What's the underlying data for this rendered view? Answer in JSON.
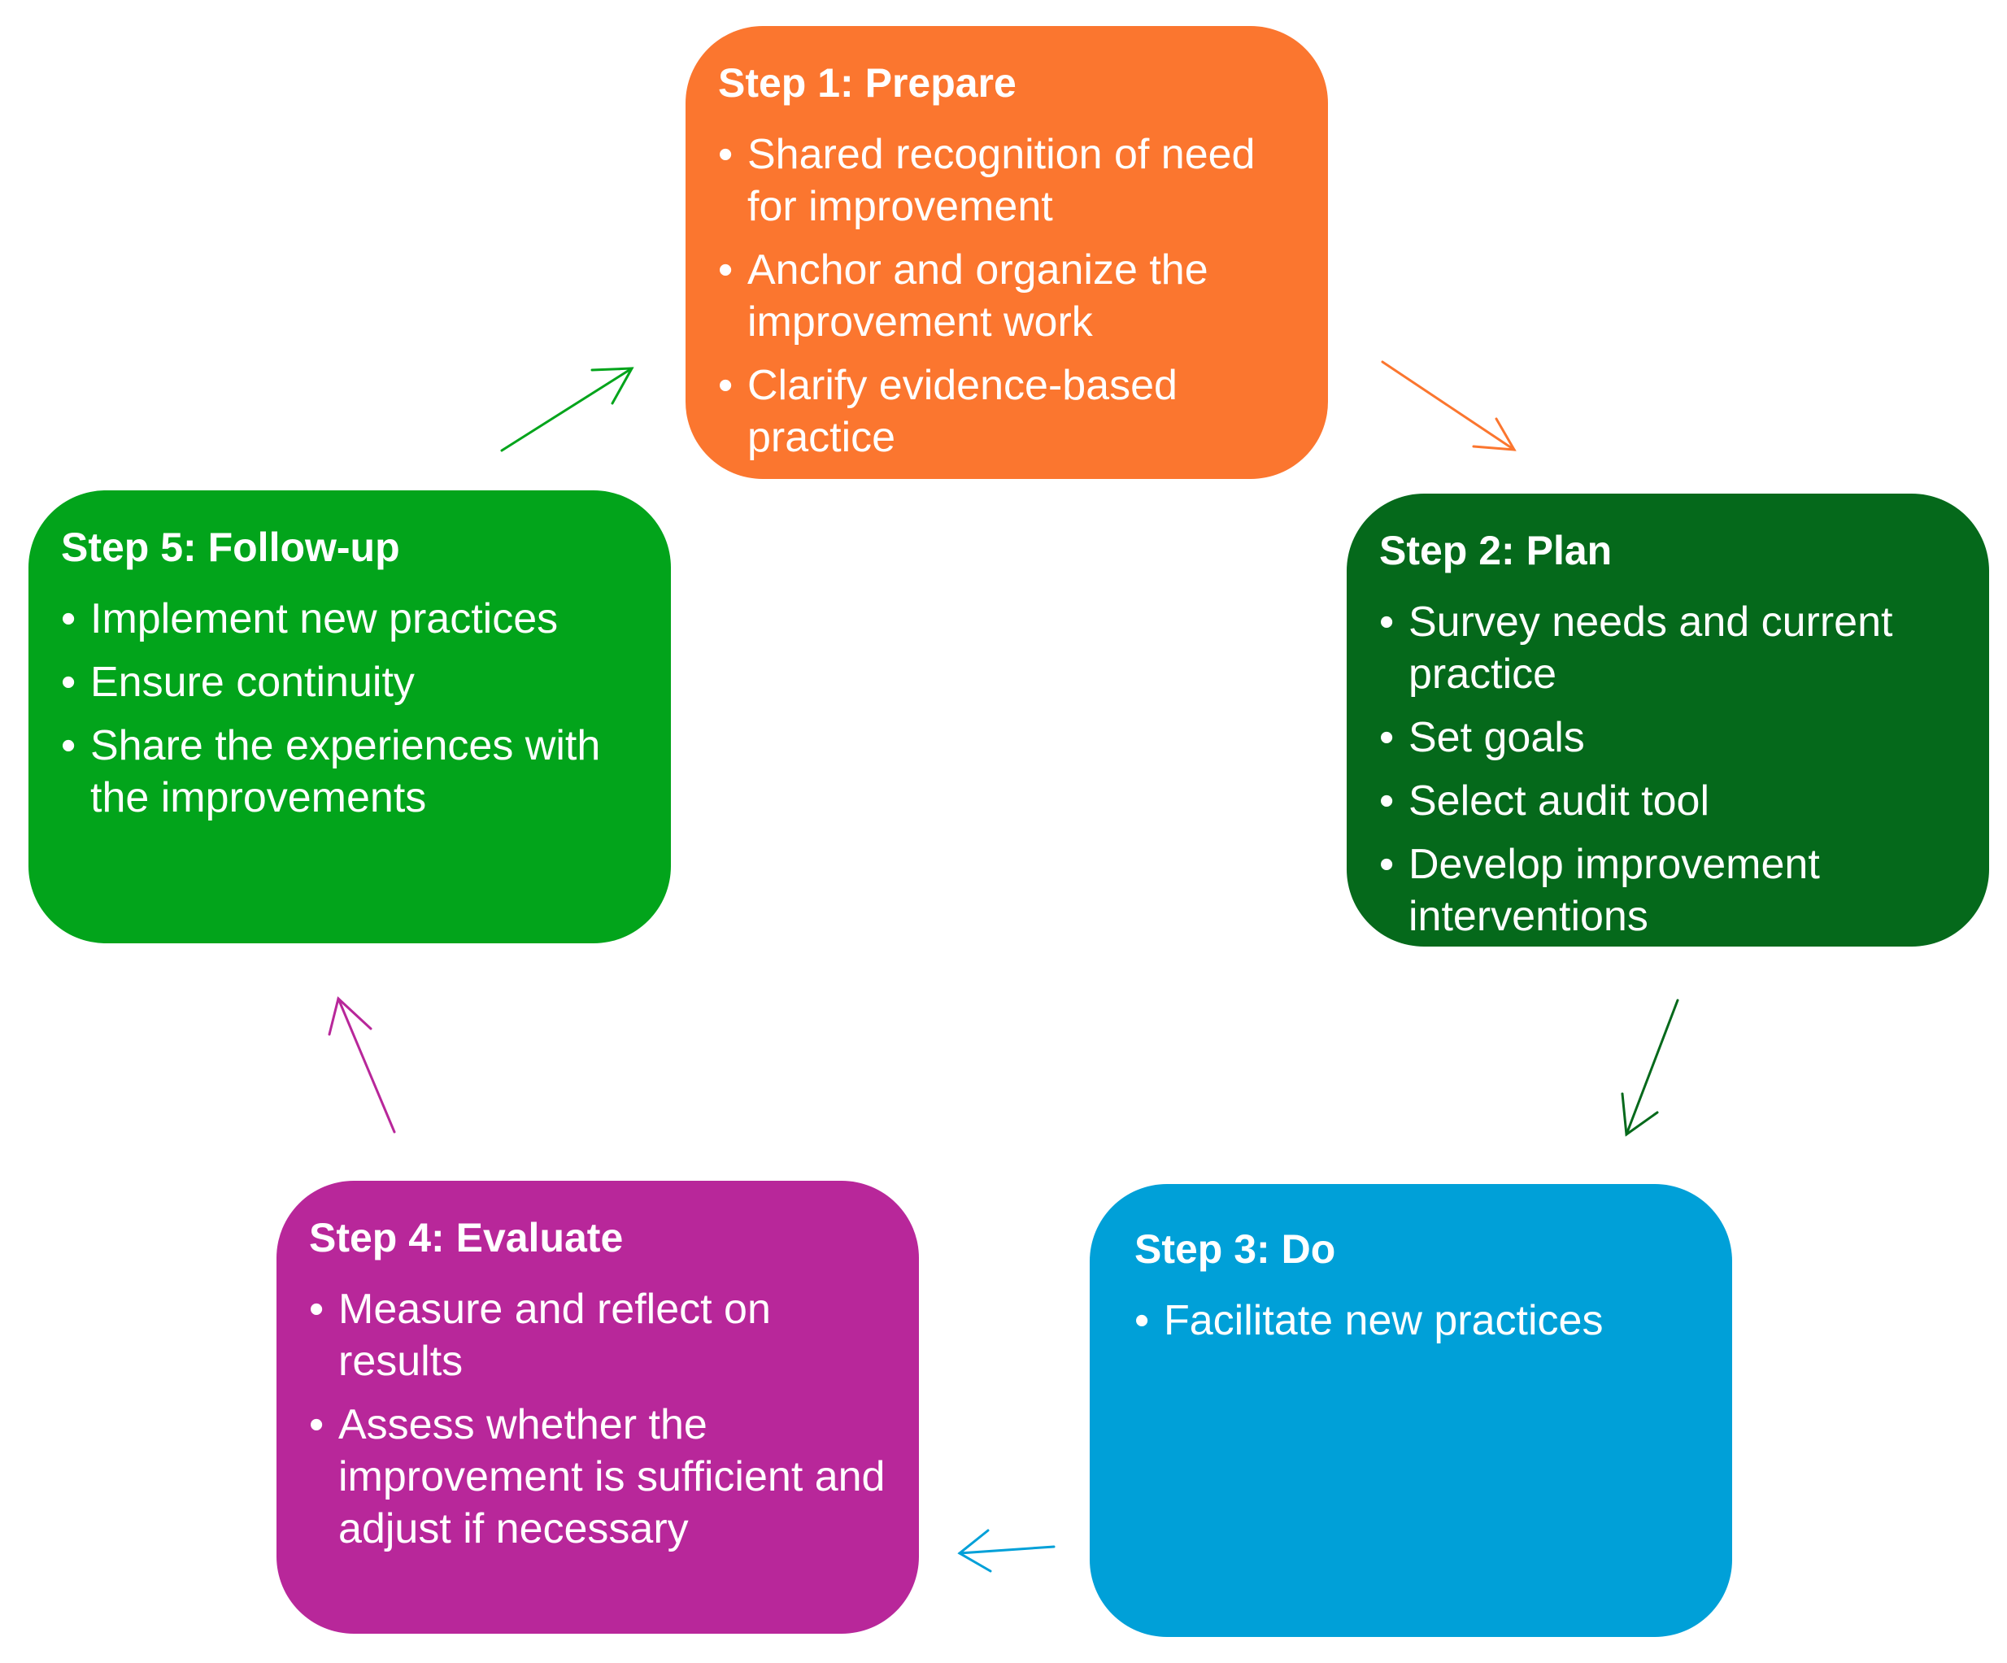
{
  "steps": [
    {
      "title": "Step 1: Prepare",
      "items": [
        "Shared recognition of need for improvement",
        "Anchor and organize the improvement work",
        "Clarify evidence-based practice"
      ],
      "color": "#fb762f"
    },
    {
      "title": "Step 2: Plan",
      "items": [
        "Survey needs and current practice",
        "Set goals",
        "Select audit tool",
        "Develop improvement interventions"
      ],
      "color": "#05691b"
    },
    {
      "title": "Step 3: Do",
      "items": [
        "Facilitate new practices"
      ],
      "color": "#00a0d8"
    },
    {
      "title": "Step 4: Evaluate",
      "items": [
        "Measure and reflect on results",
        "Assess whether the improvement is sufficient and adjust if necessary"
      ],
      "color": "#b8279a"
    },
    {
      "title": "Step 5: Follow-up",
      "items": [
        "Implement new practices",
        "Ensure continuity",
        "Share the experiences with the improvements"
      ],
      "color": "#02a41b"
    }
  ],
  "bullet": "•",
  "arrow_colors": {
    "step1_to_step2": "#fb762f",
    "step2_to_step3": "#05691b",
    "step3_to_step4": "#00a0d8",
    "step4_to_step5": "#b8279a",
    "step5_to_step1": "#02a41b"
  }
}
